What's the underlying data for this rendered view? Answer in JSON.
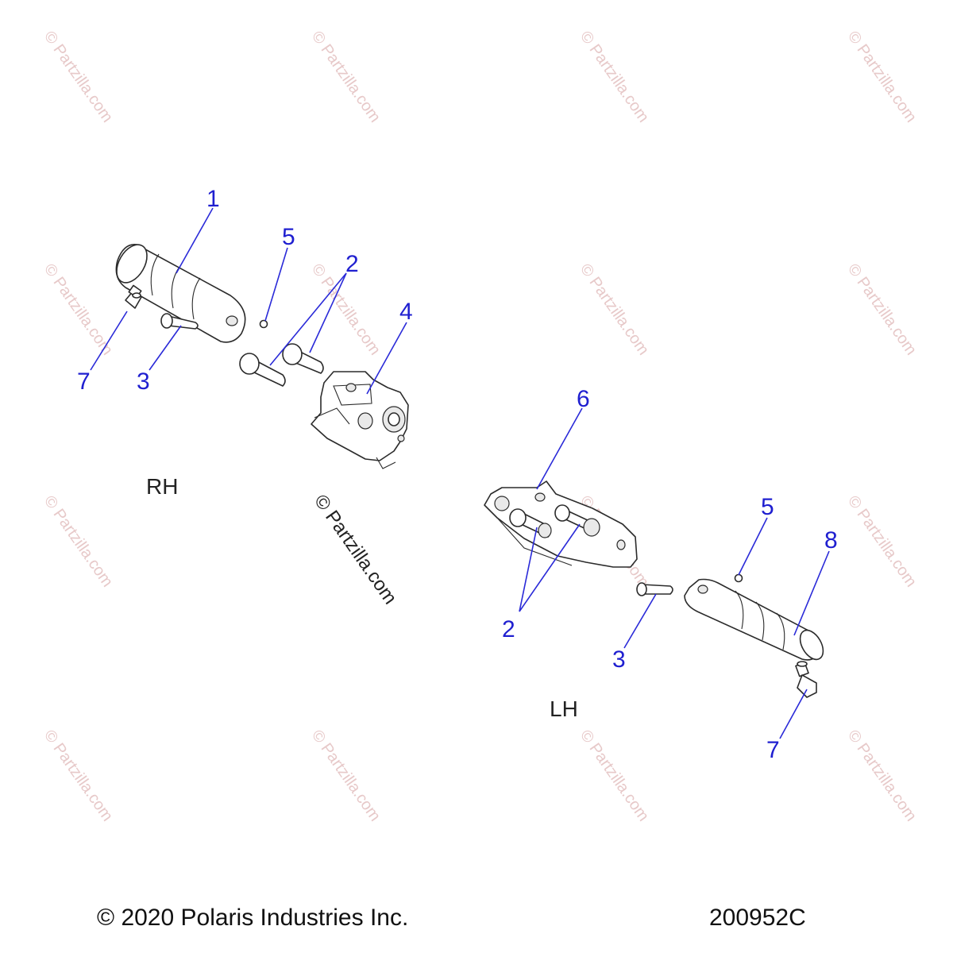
{
  "watermark": {
    "text": "© Partzilla.com"
  },
  "sides": {
    "rh": "RH",
    "lh": "LH"
  },
  "callouts": {
    "rh_1": "1",
    "rh_5": "5",
    "rh_2": "2",
    "rh_4": "4",
    "rh_7": "7",
    "rh_3": "3",
    "lh_6": "6",
    "lh_5": "5",
    "lh_8": "8",
    "lh_2": "2",
    "lh_3": "3",
    "lh_7": "7"
  },
  "footer": {
    "copyright": "© 2020 Polaris Industries Inc.",
    "drawing_number": "200952C"
  },
  "colors": {
    "callout": "#1f1fd0",
    "leader": "#2a2ad8",
    "watermark": "#e7c9c9"
  }
}
